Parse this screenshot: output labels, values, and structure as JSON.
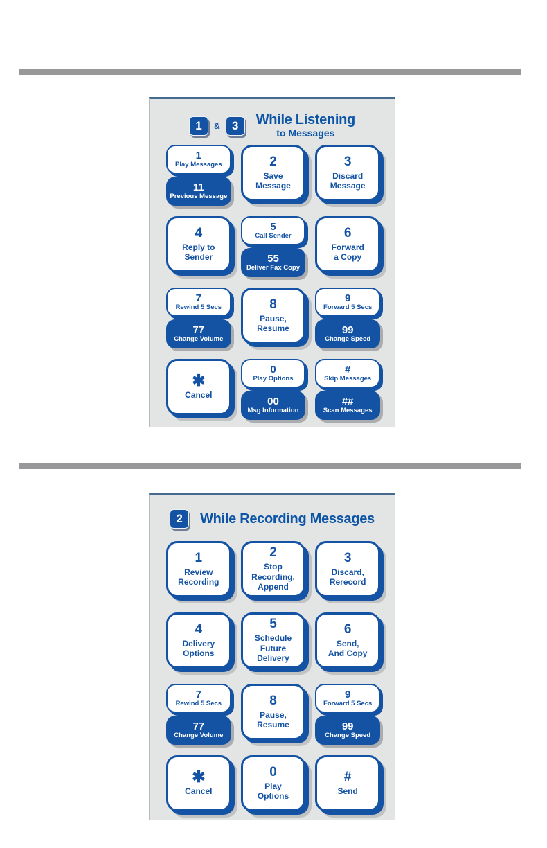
{
  "colors": {
    "primary_blue": "#1453a4",
    "title_blue": "#0c55a6",
    "card_background": "#e3e5e5",
    "separator_gray": "#98989a",
    "shadow_gray": "#aaacae",
    "white": "#ffffff"
  },
  "panels": [
    {
      "badges": [
        "1",
        "3"
      ],
      "badge_join": "&",
      "title": "While Listening",
      "subtitle": "to Messages",
      "cells": [
        {
          "type": "split",
          "top": {
            "key": "1",
            "label": "Play Messages"
          },
          "bottom": {
            "key": "11",
            "label": "Previous Message"
          }
        },
        {
          "type": "single",
          "key": "2",
          "label": "Save\nMessage"
        },
        {
          "type": "single",
          "key": "3",
          "label": "Discard\nMessage"
        },
        {
          "type": "single",
          "key": "4",
          "label": "Reply to\nSender"
        },
        {
          "type": "split",
          "top": {
            "key": "5",
            "label": "Call Sender"
          },
          "bottom": {
            "key": "55",
            "label": "Deliver Fax Copy"
          }
        },
        {
          "type": "single",
          "key": "6",
          "label": "Forward\na Copy"
        },
        {
          "type": "split",
          "top": {
            "key": "7",
            "label": "Rewind 5 Secs"
          },
          "bottom": {
            "key": "77",
            "label": "Change Volume"
          }
        },
        {
          "type": "single",
          "key": "8",
          "label": "Pause,\nResume"
        },
        {
          "type": "split",
          "top": {
            "key": "9",
            "label": "Forward 5 Secs"
          },
          "bottom": {
            "key": "99",
            "label": "Change Speed"
          }
        },
        {
          "type": "single",
          "key": "✱",
          "label": "Cancel"
        },
        {
          "type": "split",
          "top": {
            "key": "0",
            "label": "Play Options"
          },
          "bottom": {
            "key": "00",
            "label": "Msg Information"
          }
        },
        {
          "type": "split",
          "top": {
            "key": "#",
            "label": "Skip Messages"
          },
          "bottom": {
            "key": "##",
            "label": "Scan Messages"
          }
        }
      ]
    },
    {
      "badges": [
        "2"
      ],
      "badge_join": "",
      "title": "While Recording Messages",
      "subtitle": "",
      "cells": [
        {
          "type": "single",
          "key": "1",
          "label": "Review\nRecording"
        },
        {
          "type": "single",
          "key": "2",
          "label": "Stop\nRecording,\nAppend"
        },
        {
          "type": "single",
          "key": "3",
          "label": "Discard,\nRerecord"
        },
        {
          "type": "single",
          "key": "4",
          "label": "Delivery\nOptions"
        },
        {
          "type": "single",
          "key": "5",
          "label": "Schedule\nFuture\nDelivery"
        },
        {
          "type": "single",
          "key": "6",
          "label": "Send,\nAnd Copy"
        },
        {
          "type": "split",
          "top": {
            "key": "7",
            "label": "Rewind 5 Secs"
          },
          "bottom": {
            "key": "77",
            "label": "Change Volume"
          }
        },
        {
          "type": "single",
          "key": "8",
          "label": "Pause,\nResume"
        },
        {
          "type": "split",
          "top": {
            "key": "9",
            "label": "Forward 5 Secs"
          },
          "bottom": {
            "key": "99",
            "label": "Change Speed"
          }
        },
        {
          "type": "single",
          "key": "✱",
          "label": "Cancel"
        },
        {
          "type": "single",
          "key": "0",
          "label": "Play\nOptions"
        },
        {
          "type": "single",
          "key": "#",
          "label": "Send"
        }
      ]
    }
  ]
}
